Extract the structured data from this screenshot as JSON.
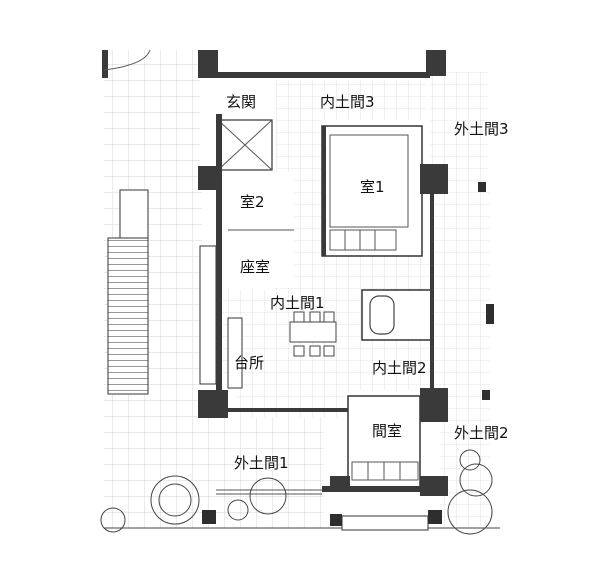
{
  "rooms": {
    "genkan": "玄関",
    "uchidoma3": "内土間3",
    "sotodoma3": "外土間3",
    "shitsu1": "室1",
    "shitsu2": "室2",
    "zashitsu": "座室",
    "uchidoma1": "内土間1",
    "daidokoro": "台所",
    "uchidoma2": "内土間2",
    "mashitsu": "間室",
    "sotodoma2": "外土間2",
    "sotodoma1": "外土間1"
  },
  "colors": {
    "wall": "#3a3a3a",
    "grid": "#c9c9c9",
    "background": "#ffffff"
  }
}
